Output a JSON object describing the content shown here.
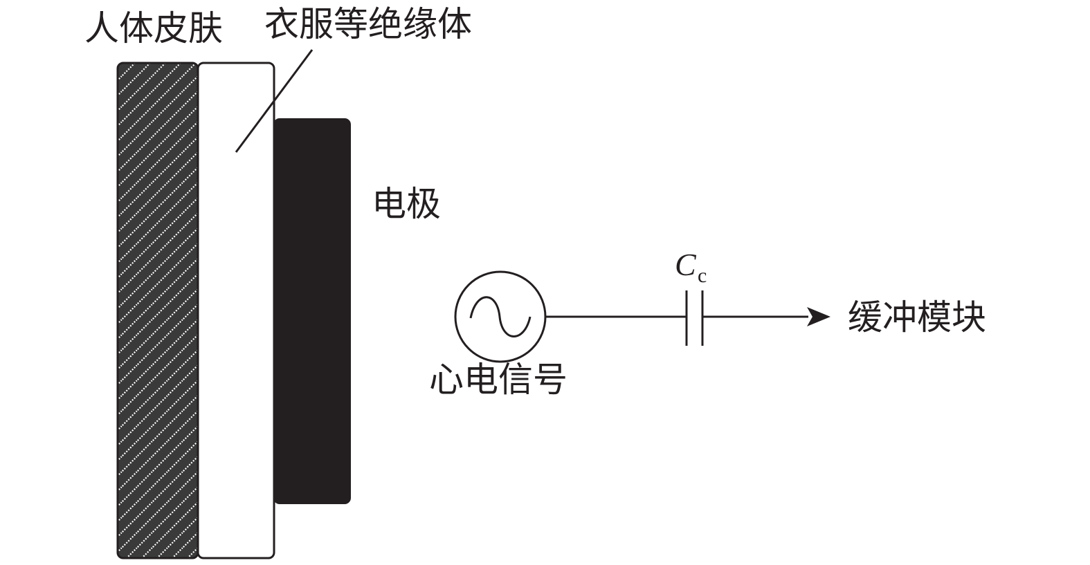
{
  "labels": {
    "skin": "人体皮肤",
    "insulator": "衣服等绝缘体",
    "electrode": "电极",
    "ecg_signal": "心电信号",
    "buffer_module": "缓冲模块",
    "capacitor_symbol": "C",
    "capacitor_subscript": "c"
  },
  "colors": {
    "ink": "#231f20",
    "skin_fill": "#3a3a3a",
    "skin_hatch": "#ffffff",
    "insulator_fill": "#ffffff",
    "electrode_fill": "#231f20"
  },
  "icons": {
    "signal_source": "ac-source-icon",
    "capacitor": "capacitor-icon",
    "arrow": "arrow-right-icon"
  }
}
